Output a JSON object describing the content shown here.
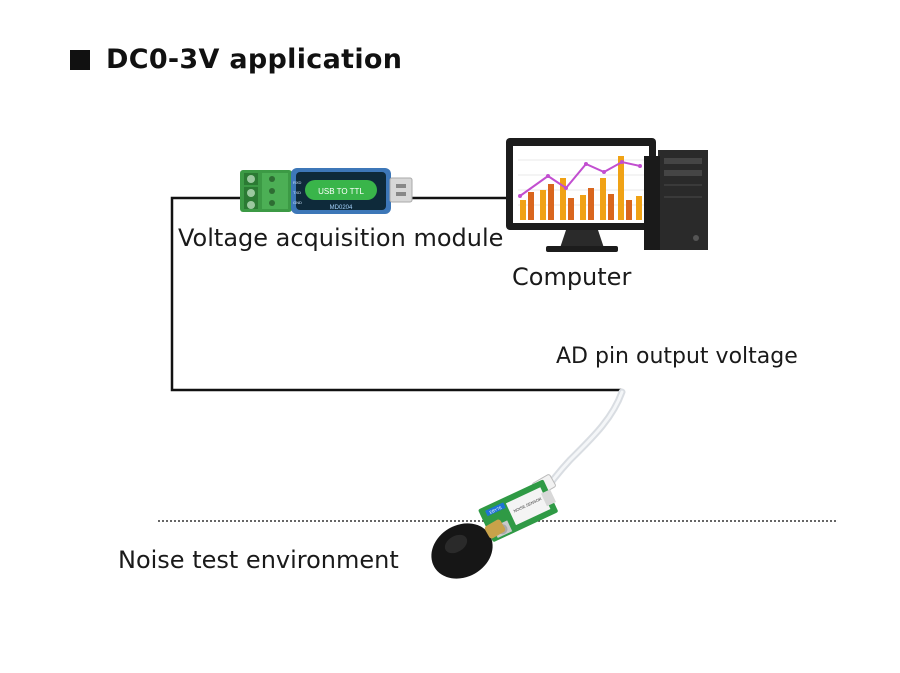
{
  "header": {
    "title": "DC0-3V application"
  },
  "labels": {
    "module": "Voltage acquisition module",
    "computer": "Computer",
    "ad_pin": "AD pin output voltage",
    "environment": "Noise test environment"
  },
  "usb_module": {
    "main_text": "USB TO TTL",
    "model_text": "MD0204",
    "pin_labels": [
      "RXD",
      "TXD",
      "GND"
    ]
  },
  "sensor": {
    "board_text": "NOISE SENSOR",
    "brand_text": "EBYTE"
  },
  "colors": {
    "wire": "#111111",
    "module_body": "#3d77b8",
    "terminal_green": "#3c9a45",
    "chart_bar": "#f0a215",
    "chart_bar_dark": "#d9661d",
    "chart_line": "#c24fd0"
  }
}
